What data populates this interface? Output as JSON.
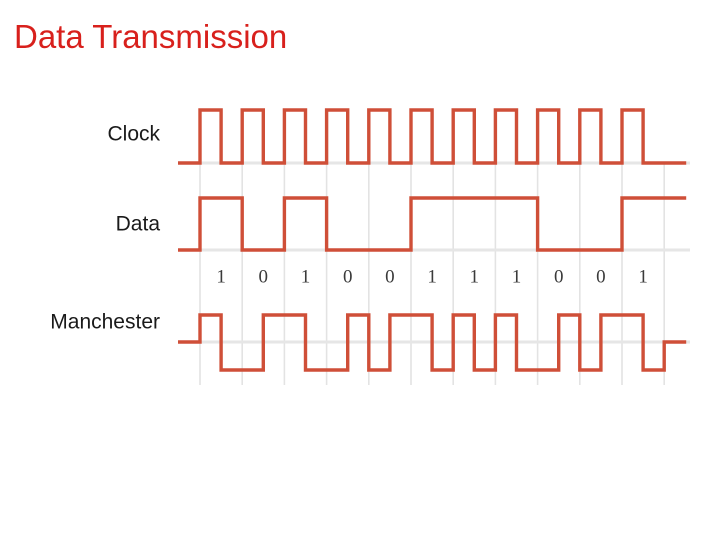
{
  "slide": {
    "title": "Data Transmission",
    "title_color": "#d8201c",
    "background_color": "#ffffff"
  },
  "figure": {
    "name": "data-encoding-waveform-diagram",
    "wave_color": "#cf4f38",
    "gridline_color": "#e3e3e3",
    "baseline_color": "#e6e6e6",
    "rows": [
      {
        "id": "clock",
        "label": "Clock"
      },
      {
        "id": "data",
        "label": "Data"
      },
      {
        "id": "manchester",
        "label": "Manchester"
      }
    ]
  },
  "chart_data": {
    "type": "line",
    "title": "Data Transmission",
    "xlabel": "",
    "ylabel": "",
    "bit_sequence": [
      1,
      0,
      1,
      0,
      0,
      1,
      1,
      1,
      0,
      0,
      1
    ],
    "bit_labels": [
      "1",
      "0",
      "1",
      "0",
      "0",
      "1",
      "1",
      "1",
      "0",
      "0",
      "1"
    ],
    "bit_count": 11,
    "series": [
      {
        "name": "Clock",
        "encoding": "square-wave, one full cycle per bit period, rises at bit start and falls at bit midpoint",
        "levels": [
          "low",
          "high"
        ],
        "values": [
          1,
          0,
          1,
          0,
          1,
          0,
          1,
          0,
          1,
          0,
          1,
          0,
          1,
          0,
          1,
          0,
          1,
          0,
          1,
          0,
          1,
          0
        ]
      },
      {
        "name": "Data",
        "encoding": "NRZ - level held high for bit 1 and low for bit 0 across the whole bit period",
        "levels": [
          "low",
          "high"
        ],
        "values": [
          1,
          0,
          1,
          0,
          0,
          1,
          1,
          1,
          0,
          0,
          1
        ]
      },
      {
        "name": "Manchester",
        "encoding": "bipolar, transition at mid-bit; bit 1 = high then low, bit 0 = low then high",
        "levels": [
          "low",
          "mid",
          "high"
        ],
        "half_bit_values": [
          1,
          -1,
          -1,
          1,
          1,
          -1,
          -1,
          1,
          -1,
          1,
          1,
          -1,
          1,
          -1,
          1,
          -1,
          -1,
          1,
          -1,
          1,
          1,
          -1
        ]
      }
    ],
    "grid": true,
    "legend": "none"
  }
}
